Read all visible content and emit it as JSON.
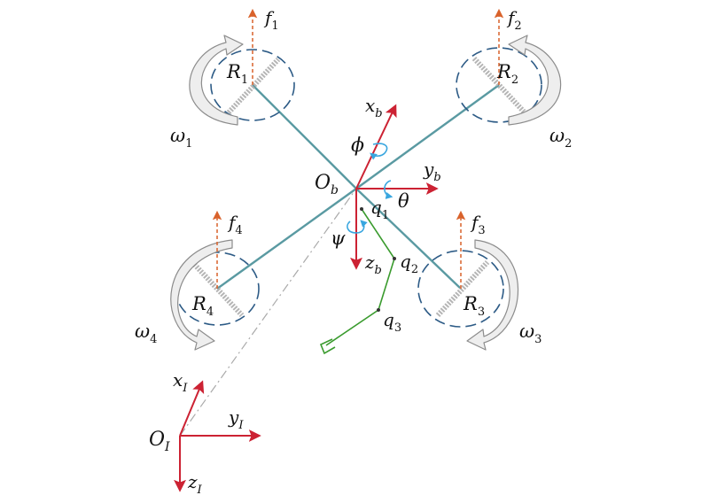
{
  "colors": {
    "arm": "#5a9aa2",
    "axis": "#cc2233",
    "thrust": "#d9622b",
    "rotor_ring": "#2d5b86",
    "manipulator": "#3a9b2e",
    "angle_arrow": "#39a6df",
    "spin_arrow_fill": "#eeeeee",
    "spin_arrow_stroke": "#8c8c8c",
    "dashdot": "#aaaaaa"
  },
  "labels": {
    "f1": {
      "base": "f",
      "sub": "1"
    },
    "f2": {
      "base": "f",
      "sub": "2"
    },
    "f3": {
      "base": "f",
      "sub": "3"
    },
    "f4": {
      "base": "f",
      "sub": "4"
    },
    "R1": {
      "base": "R",
      "sub": "1"
    },
    "R2": {
      "base": "R",
      "sub": "2"
    },
    "R3": {
      "base": "R",
      "sub": "3"
    },
    "R4": {
      "base": "R",
      "sub": "4"
    },
    "w1": {
      "base": "ω",
      "sub": "1"
    },
    "w2": {
      "base": "ω",
      "sub": "2"
    },
    "w3": {
      "base": "ω",
      "sub": "3"
    },
    "w4": {
      "base": "ω",
      "sub": "4"
    },
    "xb": {
      "base": "x",
      "sub": "b"
    },
    "yb": {
      "base": "y",
      "sub": "b"
    },
    "zb": {
      "base": "z",
      "sub": "b"
    },
    "Ob": {
      "base": "O",
      "sub": "b"
    },
    "phi": "ϕ",
    "theta": "θ",
    "psi": "ψ",
    "q1": {
      "base": "q",
      "sub": "1"
    },
    "q2": {
      "base": "q",
      "sub": "2"
    },
    "q3": {
      "base": "q",
      "sub": "3"
    },
    "xI": {
      "base": "x",
      "sub": "I"
    },
    "yI": {
      "base": "y",
      "sub": "I"
    },
    "zI": {
      "base": "z",
      "sub": "I"
    },
    "OI": {
      "base": "O",
      "sub": "I"
    }
  }
}
